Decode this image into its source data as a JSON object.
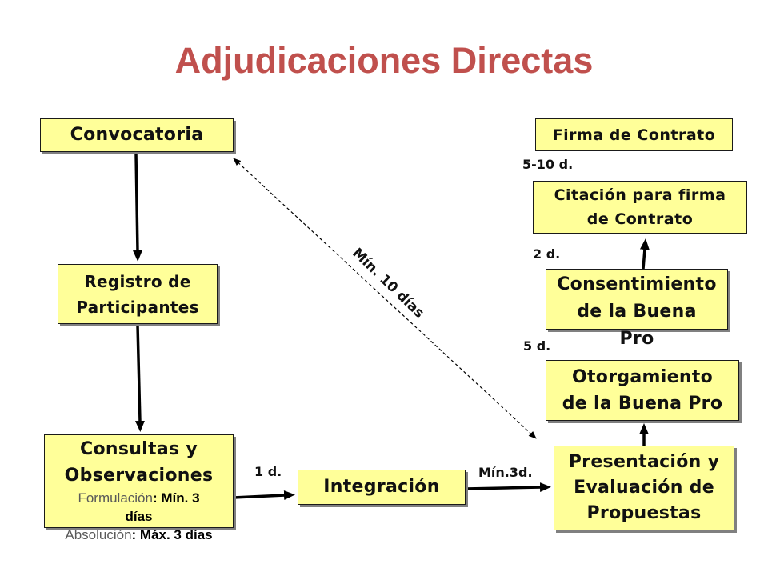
{
  "title": "Adjudicaciones Directas",
  "colors": {
    "title": "#C0504D",
    "box_fill": "#FFFF99",
    "box_border": "#1a1a1a",
    "text": "#111111",
    "muted_text": "#595959"
  },
  "boxes": {
    "convocatoria": {
      "text": "Convocatoria"
    },
    "registro": {
      "line1": "Registro de",
      "line2": "Participantes"
    },
    "consultas": {
      "line1": "Consultas y",
      "line2": "Observaciones",
      "formulacion_label": "Formulación",
      "formulacion_value": ": Mín. 3 días",
      "absolucion_label": "Absolución",
      "absolucion_value": ": Máx. 3 días"
    },
    "integracion": {
      "text": "Integración"
    },
    "presentacion": {
      "line1": "Presentación y",
      "line2": "Evaluación de",
      "line3": "Propuestas"
    },
    "otorgamiento": {
      "line1": "Otorgamiento",
      "line2": "de la Buena Pro"
    },
    "consentimiento": {
      "line1": "Consentimiento",
      "line2": "de la Buena",
      "line3": "Pro"
    },
    "citacion": {
      "line1": "Citación para firma",
      "line2": "de Contrato"
    },
    "firma": {
      "text": "Firma de Contrato"
    }
  },
  "labels": {
    "min_10_dias": "Mín. 10 días",
    "d1": "1 d.",
    "min_3d": "Mín.3d.",
    "d5_10": "5-10 d.",
    "d2": "2 d.",
    "d5": "5 d."
  }
}
